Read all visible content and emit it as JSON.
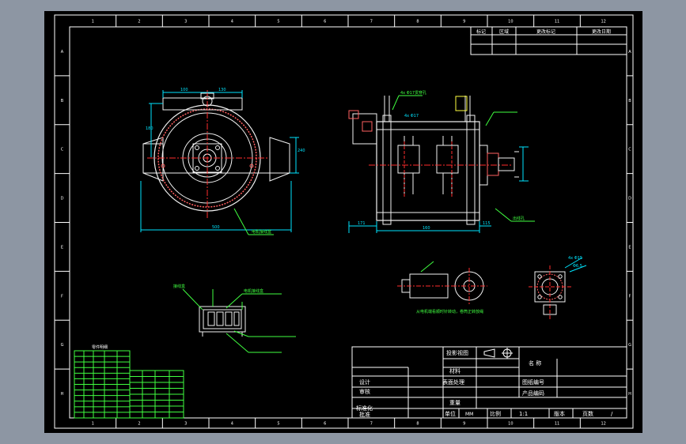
{
  "palette": {
    "background": "#000000",
    "frame": "#ffffff",
    "dimension": "#00e5ff",
    "centerline": "#ff2d2d",
    "outline": "#f2f2f2",
    "callout": "#40ff40",
    "hatch": "#ff6060"
  },
  "border": {
    "columns": [
      "1",
      "2",
      "3",
      "4",
      "5",
      "6",
      "7",
      "8",
      "9",
      "10",
      "11",
      "12"
    ],
    "rows": [
      "A",
      "B",
      "C",
      "D",
      "E",
      "F",
      "G",
      "H"
    ]
  },
  "revision_table": {
    "headers": [
      "标记",
      "区域",
      "更改标记",
      "更改日期"
    ]
  },
  "title_block": {
    "projection": "投影视图",
    "name_label": "名 称",
    "material": "材料",
    "drawing_no": "图纸编号",
    "surface": "表面处理",
    "product_no": "产品编码",
    "weight": "重量",
    "designer": "设计",
    "checker": "审核",
    "standardization": "标准化",
    "approver": "批准",
    "unit_label": "单位",
    "unit_value": "MM",
    "scale_label": "比例",
    "scale_value": "1:1",
    "version_label": "版本",
    "page_label": "页数",
    "page_sep": "/"
  },
  "drawing": {
    "front_dims": [
      "100",
      "130",
      "240",
      "180",
      "500"
    ],
    "side_dims": [
      "171",
      "160",
      "115",
      "4x Φ17"
    ],
    "bottom_dims": [
      "4x Φ15",
      "Φ6.5"
    ],
    "side_callout_note": "4x Φ17贯穿孔",
    "rear_note": "从电机端看顺时针转动，卷筒正转放绳",
    "motor_label": "电机接线盒",
    "box_notes": [
      "接线盒",
      "出线孔"
    ],
    "small_table_title": "零件明细"
  }
}
